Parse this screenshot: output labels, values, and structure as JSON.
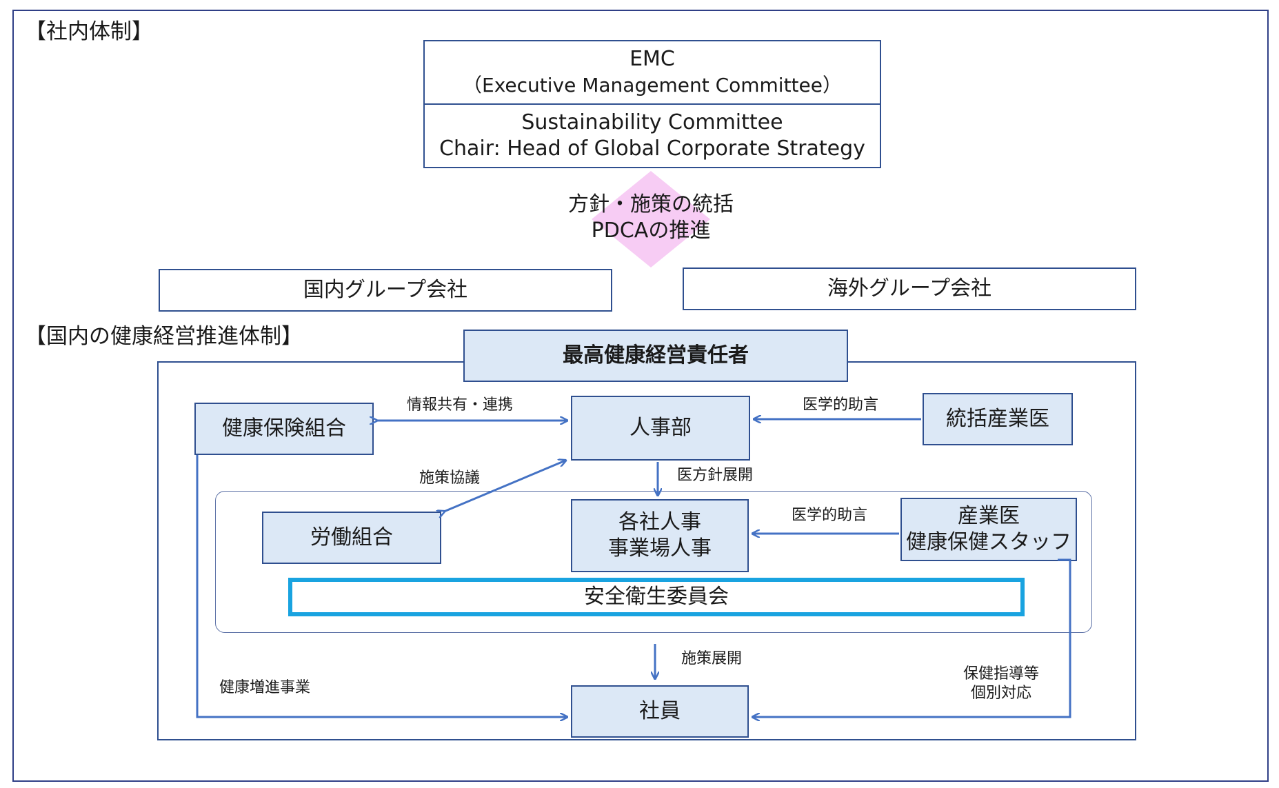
{
  "sections": {
    "internal_structure": "【社内体制】",
    "domestic_promotion": "【国内の健康経営推進体制】"
  },
  "emc": {
    "line1": "EMC",
    "line2": "（Executive Management Committee）"
  },
  "sustainability": {
    "line1": "Sustainability Committee",
    "line2": "Chair: Head of Global Corporate Strategy"
  },
  "diamond": {
    "line1": "方針・施策の統括",
    "line2": "PDCAの推進"
  },
  "groups": {
    "domestic": "国内グループ会社",
    "overseas": "海外グループ会社"
  },
  "nodes": {
    "chief_officer": "最高健康経営責任者",
    "health_insurance": "健康保険組合",
    "hr_dept": "人事部",
    "chief_physician": "統括産業医",
    "labor_union": "労働組合",
    "company_hr_1": "各社人事",
    "company_hr_2": "事業場人事",
    "occ_physician_1": "産業医",
    "occ_physician_2": "健康保健スタッフ",
    "safety_committee": "安全衛生委員会",
    "employees": "社員"
  },
  "edges": {
    "info_sharing": "情報共有・連携",
    "medical_advice_top": "医学的助言",
    "policy_consult": "施策協議",
    "medical_policy": "医方針展開",
    "medical_advice_mid": "医学的助言",
    "policy_rollout": "施策展開",
    "health_promotion": "健康増進事業",
    "health_guidance_1": "保健指導等",
    "health_guidance_2": "個別対応"
  },
  "colors": {
    "frame": "#2f3f86",
    "box_border": "#2f4f8f",
    "box_fill": "#dce8f6",
    "arrow": "#4472c4",
    "diamond": "#f7ccf4",
    "committee_border": "#19a3e0"
  }
}
